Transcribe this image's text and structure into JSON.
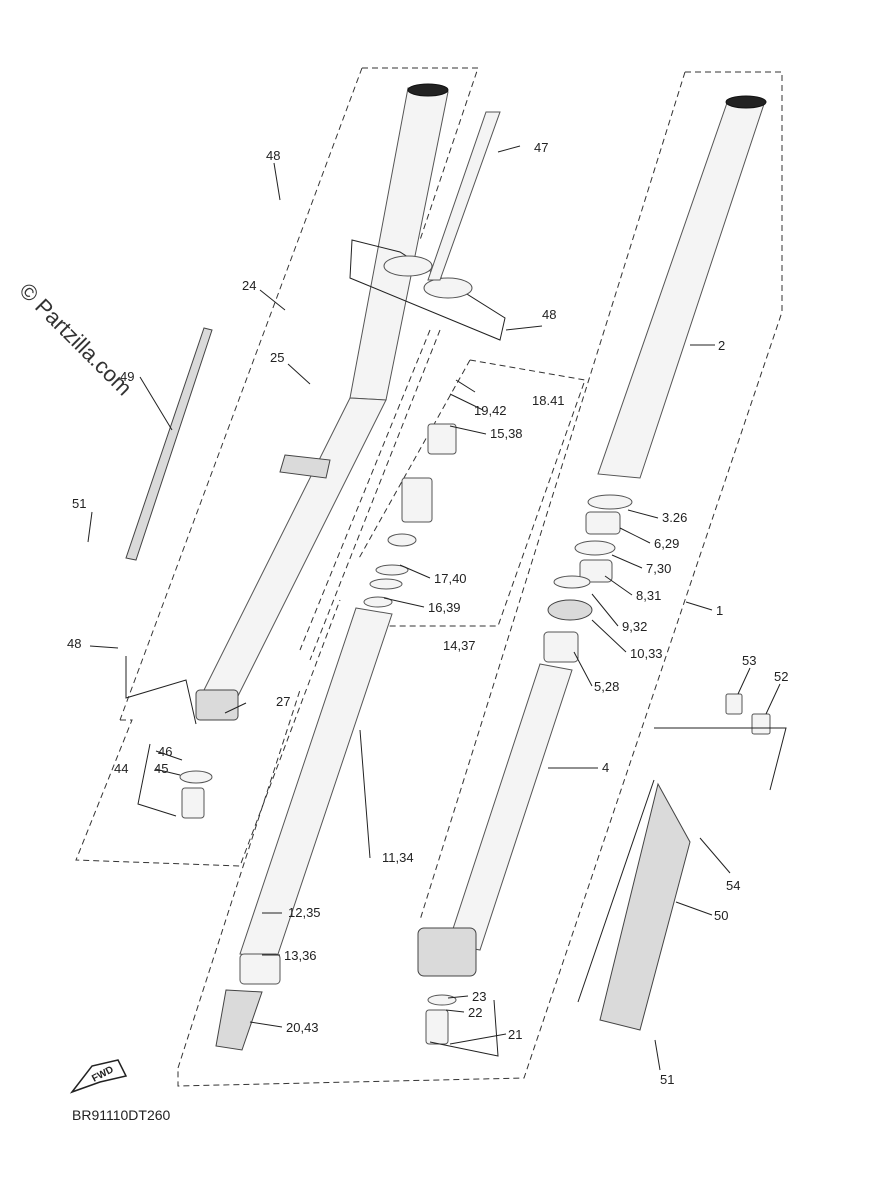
{
  "watermark": "© Partzilla.com",
  "diagram_code": "BR91110DT260",
  "fwd_badge": "FWD",
  "callouts": {
    "c1": "1",
    "c2": "2",
    "c3_26": "3.26",
    "c4": "4",
    "c5_28": "5,28",
    "c6_29": "6,29",
    "c7_30": "7,30",
    "c8_31": "8,31",
    "c9_32": "9,32",
    "c10_33": "10,33",
    "c11_34": "11,34",
    "c12_35": "12,35",
    "c13_36": "13,36",
    "c14_37": "14,37",
    "c15_38": "15,38",
    "c16_39": "16,39",
    "c17_40": "17,40",
    "c18_41": "18.41",
    "c19_42": "19,42",
    "c20_43": "20,43",
    "c21": "21",
    "c22": "22",
    "c23": "23",
    "c24": "24",
    "c25": "25",
    "c27": "27",
    "c44": "44",
    "c45": "45",
    "c46": "46",
    "c47": "47",
    "c48_top": "48",
    "c48_mid": "48",
    "c48_left": "48",
    "c49": "49",
    "c50": "50",
    "c51_left": "51",
    "c51_bottom": "51",
    "c52": "52",
    "c53": "53",
    "c54": "54"
  }
}
